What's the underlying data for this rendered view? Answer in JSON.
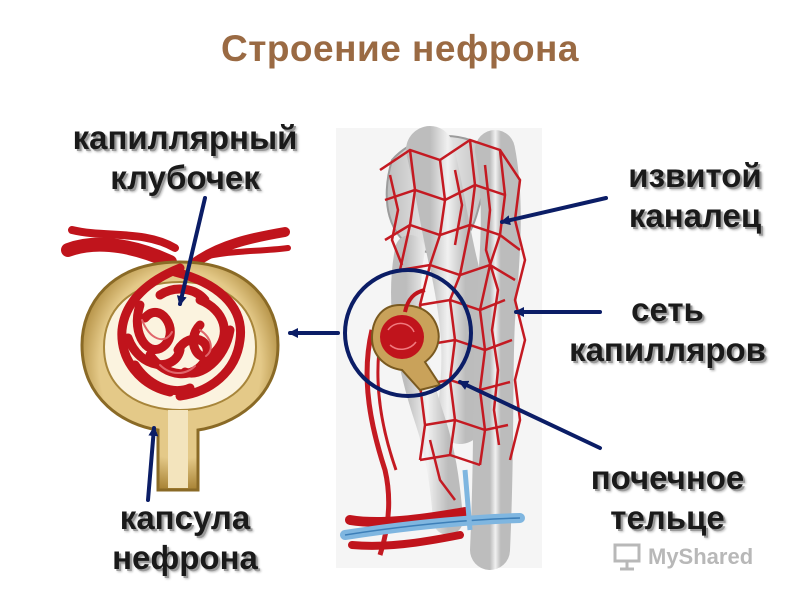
{
  "title": "Строение нефрона",
  "labels": {
    "glomerulus": [
      "капиллярный",
      "клубочек"
    ],
    "capsule": [
      "капсула",
      "нефрона"
    ],
    "convoluted_tubule": [
      "извитой",
      "каналец"
    ],
    "capillary_network": [
      "сеть",
      "капилляров"
    ],
    "renal_corpuscle": [
      "почечное",
      "тельце"
    ]
  },
  "watermark": "MyShared",
  "colors": {
    "title": "#9a6a43",
    "label": "#1a1a1a",
    "arrow": "#0b1d66",
    "vessel": "#c0141c",
    "capsule": "#c7a152",
    "tubule": "#d9d9d9",
    "vein": "#7fb6e0"
  }
}
